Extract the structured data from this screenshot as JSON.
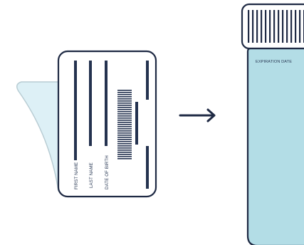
{
  "label": {
    "fields": [
      {
        "key": "first_name",
        "text": "FIRST NAME"
      },
      {
        "key": "last_name",
        "text": "LAST NAME"
      },
      {
        "key": "dob",
        "text": "DATE OF BIRTH"
      }
    ]
  },
  "container": {
    "expiration_text": "EXPIRATION DATE"
  },
  "colors": {
    "outline": "#1f2a44",
    "liquid": "#b3dde6",
    "peel_fill": "#ddf0f6",
    "peel_stroke": "#b8ccd3",
    "bars": "#24324f"
  },
  "icons": {
    "label": "label-sticker-icon",
    "arrow": "right-arrow-icon",
    "container": "specimen-container-icon",
    "barcode": "barcode-icon"
  }
}
